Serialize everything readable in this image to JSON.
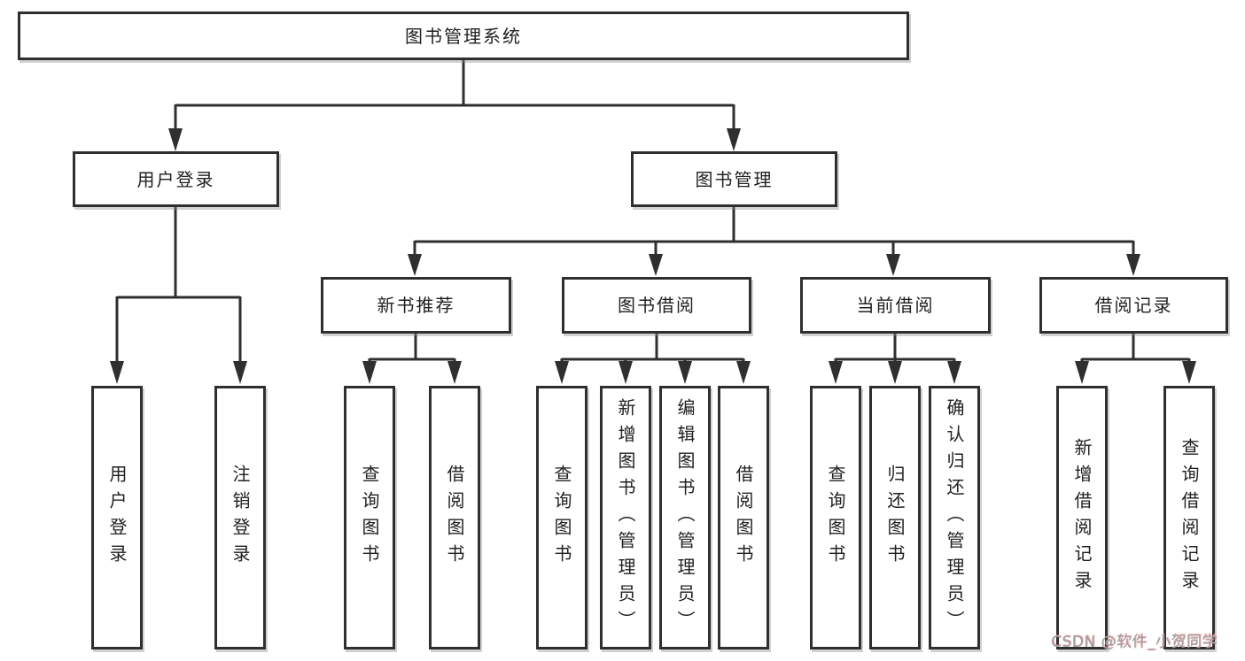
{
  "diagram": {
    "root": {
      "label": "图书管理系统"
    },
    "level2": [
      {
        "label": "用户登录",
        "children": [
          {
            "label": "用户登录"
          },
          {
            "label": "注销登录"
          }
        ]
      },
      {
        "label": "图书管理",
        "children": [
          {
            "label": "新书推荐",
            "children": [
              {
                "label": "查询图书"
              },
              {
                "label": "借阅图书"
              }
            ]
          },
          {
            "label": "图书借阅",
            "children": [
              {
                "label": "查询图书"
              },
              {
                "label": "新增图书（管理员）"
              },
              {
                "label": "编辑图书（管理员）"
              },
              {
                "label": "借阅图书"
              }
            ]
          },
          {
            "label": "当前借阅",
            "children": [
              {
                "label": "查询图书"
              },
              {
                "label": "归还图书"
              },
              {
                "label": "确认归还（管理员）"
              }
            ]
          },
          {
            "label": "借阅记录",
            "children": [
              {
                "label": "新增借阅记录"
              },
              {
                "label": "查询借阅记录"
              }
            ]
          }
        ]
      }
    ]
  },
  "watermark": {
    "text": "CSDN @软件_小贺同学"
  },
  "colors": {
    "line": "#2f2f2f",
    "box_border": "#2f2f2f",
    "text": "#212121",
    "background": "#ffffff",
    "watermark_text": "#9e9e9e",
    "watermark_accent": "#e89a9a"
  }
}
